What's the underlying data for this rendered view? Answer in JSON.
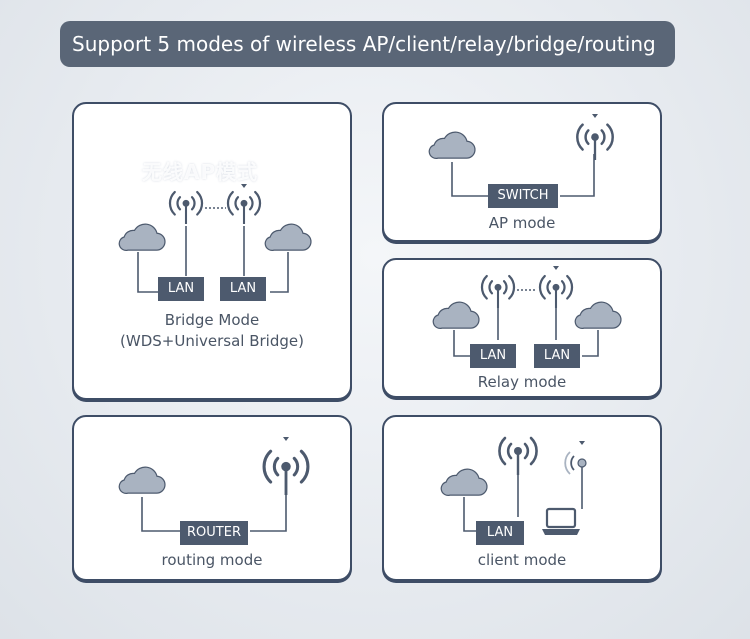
{
  "banner": {
    "title": "Support 5 modes of wireless AP/client/relay/bridge/routing"
  },
  "bridge": {
    "watermark": "无线AP模式",
    "lan_left": "LAN",
    "lan_right": "LAN",
    "caption_line1": "Bridge Mode",
    "caption_line2": "(WDS+Universal Bridge)"
  },
  "ap": {
    "switch": "SWITCH",
    "caption": "AP mode"
  },
  "relay": {
    "lan_left": "LAN",
    "lan_right": "LAN",
    "caption": "Relay mode"
  },
  "routing": {
    "router": "ROUTER",
    "caption": "routing mode"
  },
  "client": {
    "lan": "LAN",
    "caption": "client mode"
  },
  "icons": [
    "cloud-icon",
    "antenna-icon",
    "laptop-icon",
    "wifi-signal-icon"
  ],
  "colors": {
    "banner": "#5a6677",
    "border": "#3e4d66",
    "tag": "#4d5a6e",
    "cloud": "#a9b3c1",
    "line": "#4d5a6e"
  }
}
